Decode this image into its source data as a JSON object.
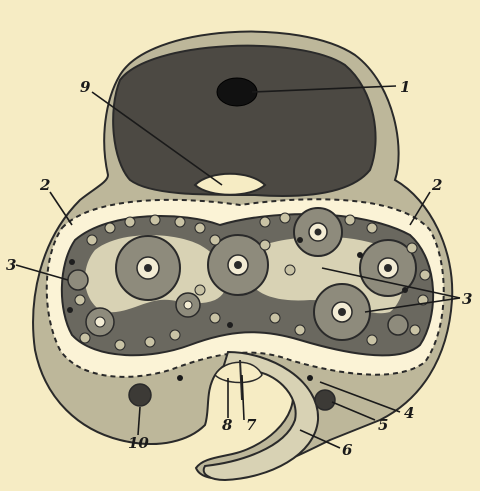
{
  "colors": {
    "paper": "#f6ecc4",
    "outer_tissue": "#bdb79a",
    "nucleus_dark": "#4c4943",
    "cavity": "#fbf3d6",
    "cells": "#6a685f",
    "ovum": "#8e8b7c",
    "ink": "#1a1a1a"
  },
  "labels": {
    "n1": "1",
    "n2_left": "2",
    "n2_right": "2",
    "n3_left": "3",
    "n3_right": "3",
    "n4": "4",
    "n5": "5",
    "n6": "6",
    "n7": "7",
    "n8": "8",
    "n9": "9",
    "n10": "10"
  }
}
